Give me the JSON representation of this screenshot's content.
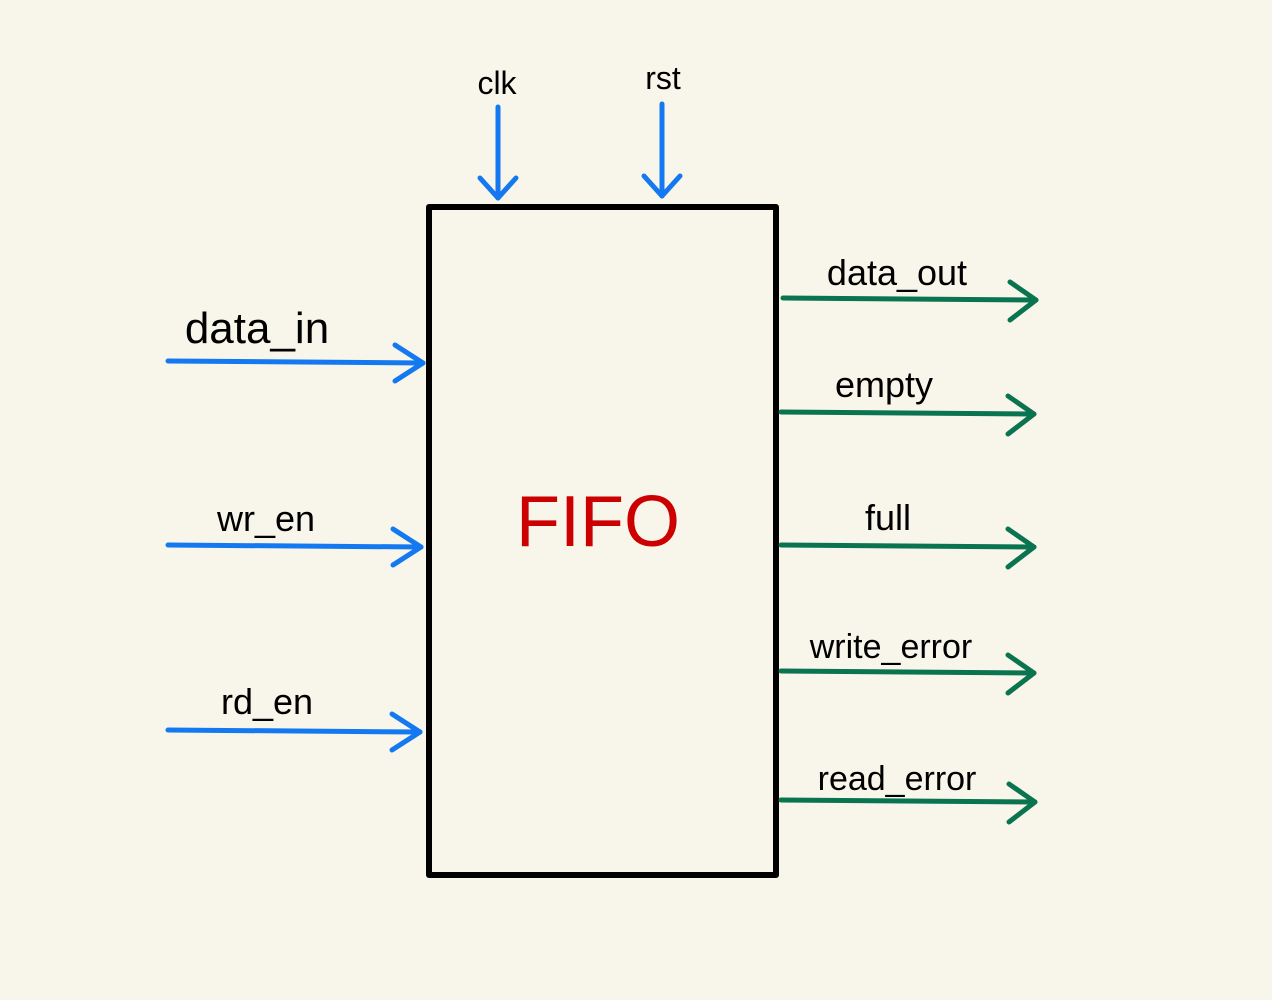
{
  "block": {
    "title": "FIFO"
  },
  "colors": {
    "background": "#f8f6ea",
    "input_arrow": "#1479f0",
    "output_arrow": "#0a7350",
    "title": "#cc0000",
    "box_stroke": "#000000"
  },
  "inputs_top": [
    {
      "label": "clk"
    },
    {
      "label": "rst"
    }
  ],
  "inputs_left": [
    {
      "label": "data_in"
    },
    {
      "label": "wr_en"
    },
    {
      "label": "rd_en"
    }
  ],
  "outputs_right": [
    {
      "label": "data_out"
    },
    {
      "label": "empty"
    },
    {
      "label": "full"
    },
    {
      "label": "write_error"
    },
    {
      "label": "read_error"
    }
  ]
}
